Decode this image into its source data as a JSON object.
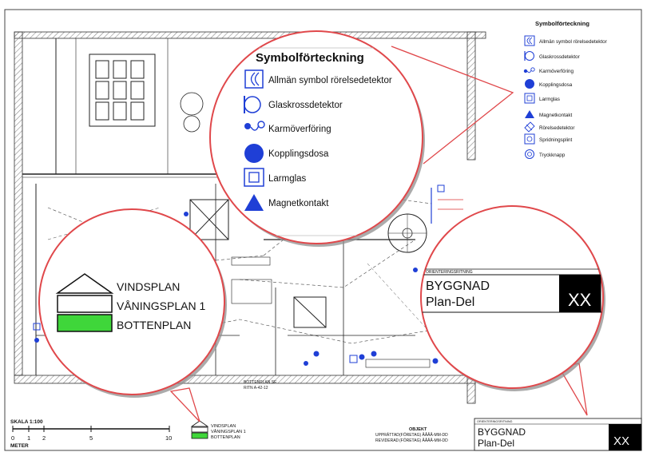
{
  "symbol_legend": {
    "title": "Symbolförteckning",
    "items": [
      {
        "icon": "motion-detector-icon",
        "label": "Allmän symbol rörelsedetektor"
      },
      {
        "icon": "glass-break-detector-icon",
        "label": "Glaskrossdetektor"
      },
      {
        "icon": "cable-transfer-icon",
        "label": "Karmöverföring"
      },
      {
        "icon": "junction-box-icon",
        "label": "Kopplingsdosa"
      },
      {
        "icon": "alarm-glass-icon",
        "label": "Larmglas"
      },
      {
        "icon": "magnet-contact-icon",
        "label": "Magnetkontakt"
      },
      {
        "icon": "motion-sensor-icon",
        "label": "Rörelsedetektor"
      },
      {
        "icon": "splitter-icon",
        "label": "Spridningsplint"
      },
      {
        "icon": "push-button-icon",
        "label": "Tryckknapp"
      }
    ]
  },
  "zoom_symbol_legend": {
    "title": "Symbolförteckning",
    "items": [
      {
        "icon": "motion-detector-icon",
        "label": "Allmän symbol rörelsedetektor"
      },
      {
        "icon": "glass-break-detector-icon",
        "label": "Glaskrossdetektor"
      },
      {
        "icon": "cable-transfer-icon",
        "label": "Karmöverföring"
      },
      {
        "icon": "junction-box-icon",
        "label": "Kopplingsdosa"
      },
      {
        "icon": "alarm-glass-icon",
        "label": "Larmglas"
      },
      {
        "icon": "magnet-contact-icon",
        "label": "Magnetkontakt"
      }
    ]
  },
  "floor_legend": {
    "items": [
      "VINDSPLAN",
      "VÅNINGSPLAN 1",
      "BOTTENPLAN"
    ],
    "active_color": "#3fd63a"
  },
  "title_block": {
    "orientation_label": "ORIENTERINGSRITNING",
    "building": "BYGGNAD",
    "plan": "Plan-Del",
    "code": "XX"
  },
  "scale_bar": {
    "title": "SKALA 1:100",
    "unit": "METER",
    "ticks": [
      "0",
      "1",
      "2",
      "5",
      "10"
    ]
  },
  "object_block": {
    "heading": "OBJEKT",
    "rows": [
      {
        "label": "UPPRÄTTAD",
        "value": "(FÖRETAG) ÅÅÅÅ-MM-DD"
      },
      {
        "label": "REVIDERAD",
        "value": "(FÖRETAG) ÅÅÅÅ-MM-DD"
      }
    ]
  },
  "plan_labels": {
    "bottenplan_ref": "BOTTENPLAN SE",
    "ritn_ref": "RITN A-42-12"
  },
  "colors": {
    "symbol_blue": "#1f3fd6",
    "callout_red": "#e0484b",
    "shadow": "#8f8f8f",
    "wall_hatch": "#8a8a8a"
  }
}
